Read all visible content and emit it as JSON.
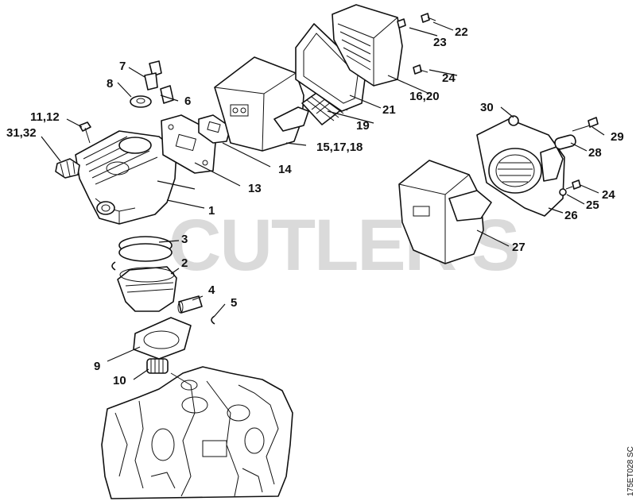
{
  "watermark": "CUTLER'S",
  "drawing_ref": "175ET028 SC",
  "labels": {
    "p1": "1",
    "p2": "2",
    "p3": "3",
    "p4": "4",
    "p5": "5",
    "p6": "6",
    "p7": "7",
    "p8": "8",
    "p9": "9",
    "p10": "10",
    "p11_12": "11,12",
    "p13": "13",
    "p14": "14",
    "p15_17_18": "15,17,18",
    "p16_20": "16,20",
    "p19": "19",
    "p21": "21",
    "p22": "22",
    "p23": "23",
    "p24a": "24",
    "p24b": "24",
    "p25": "25",
    "p26": "26",
    "p27": "27",
    "p28": "28",
    "p29": "29",
    "p30": "30",
    "p31_32": "31,32"
  }
}
